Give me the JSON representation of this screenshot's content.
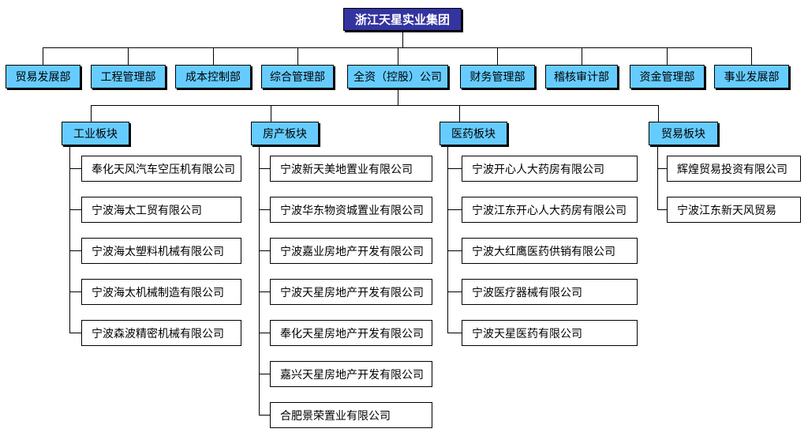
{
  "diagram_type": "org-chart",
  "title": "浙江天星实业集团",
  "colors": {
    "root_bg": "#3434a0",
    "root_text": "#ffffff",
    "branch_bg": "#66ccff",
    "leaf_bg": "#ffffff",
    "line": "#000000"
  },
  "departments": [
    {
      "label": "贸易发展部"
    },
    {
      "label": "工程管理部"
    },
    {
      "label": "成本控制部"
    },
    {
      "label": "综合管理部"
    },
    {
      "label": "全资（控股）公司"
    },
    {
      "label": "财务管理部"
    },
    {
      "label": "稽核审计部"
    },
    {
      "label": "资金管理部"
    },
    {
      "label": "事业发展部"
    }
  ],
  "sections": [
    {
      "label": "工业板块",
      "companies": [
        "奉化天风汽车空压机有限公司",
        "宁波海太工贸有限公司",
        "宁波海太塑料机械有限公司",
        "宁波海太机械制造有限公司",
        "宁波森波精密机械有限公司"
      ]
    },
    {
      "label": "房产板块",
      "companies": [
        "宁波新天美地置业有限公司",
        "宁波华东物资城置业有限公司",
        "宁波嘉业房地产开发有限公司",
        "宁波天星房地产开发有限公司",
        "奉化天星房地产开发有限公司",
        "嘉兴天星房地产开发有限公司",
        "合肥景荣置业有限公司"
      ]
    },
    {
      "label": "医药板块",
      "companies": [
        "宁波开心人大药房有限公司",
        "宁波江东开心人大药房有限公司",
        "宁波大红鹰医药供销有限公司",
        "宁波医疗器械有限公司",
        "宁波天星医药有限公司"
      ]
    },
    {
      "label": "贸易板块",
      "companies": [
        "辉煌贸易投资有限公司",
        "宁波江东新天风贸易"
      ]
    }
  ]
}
